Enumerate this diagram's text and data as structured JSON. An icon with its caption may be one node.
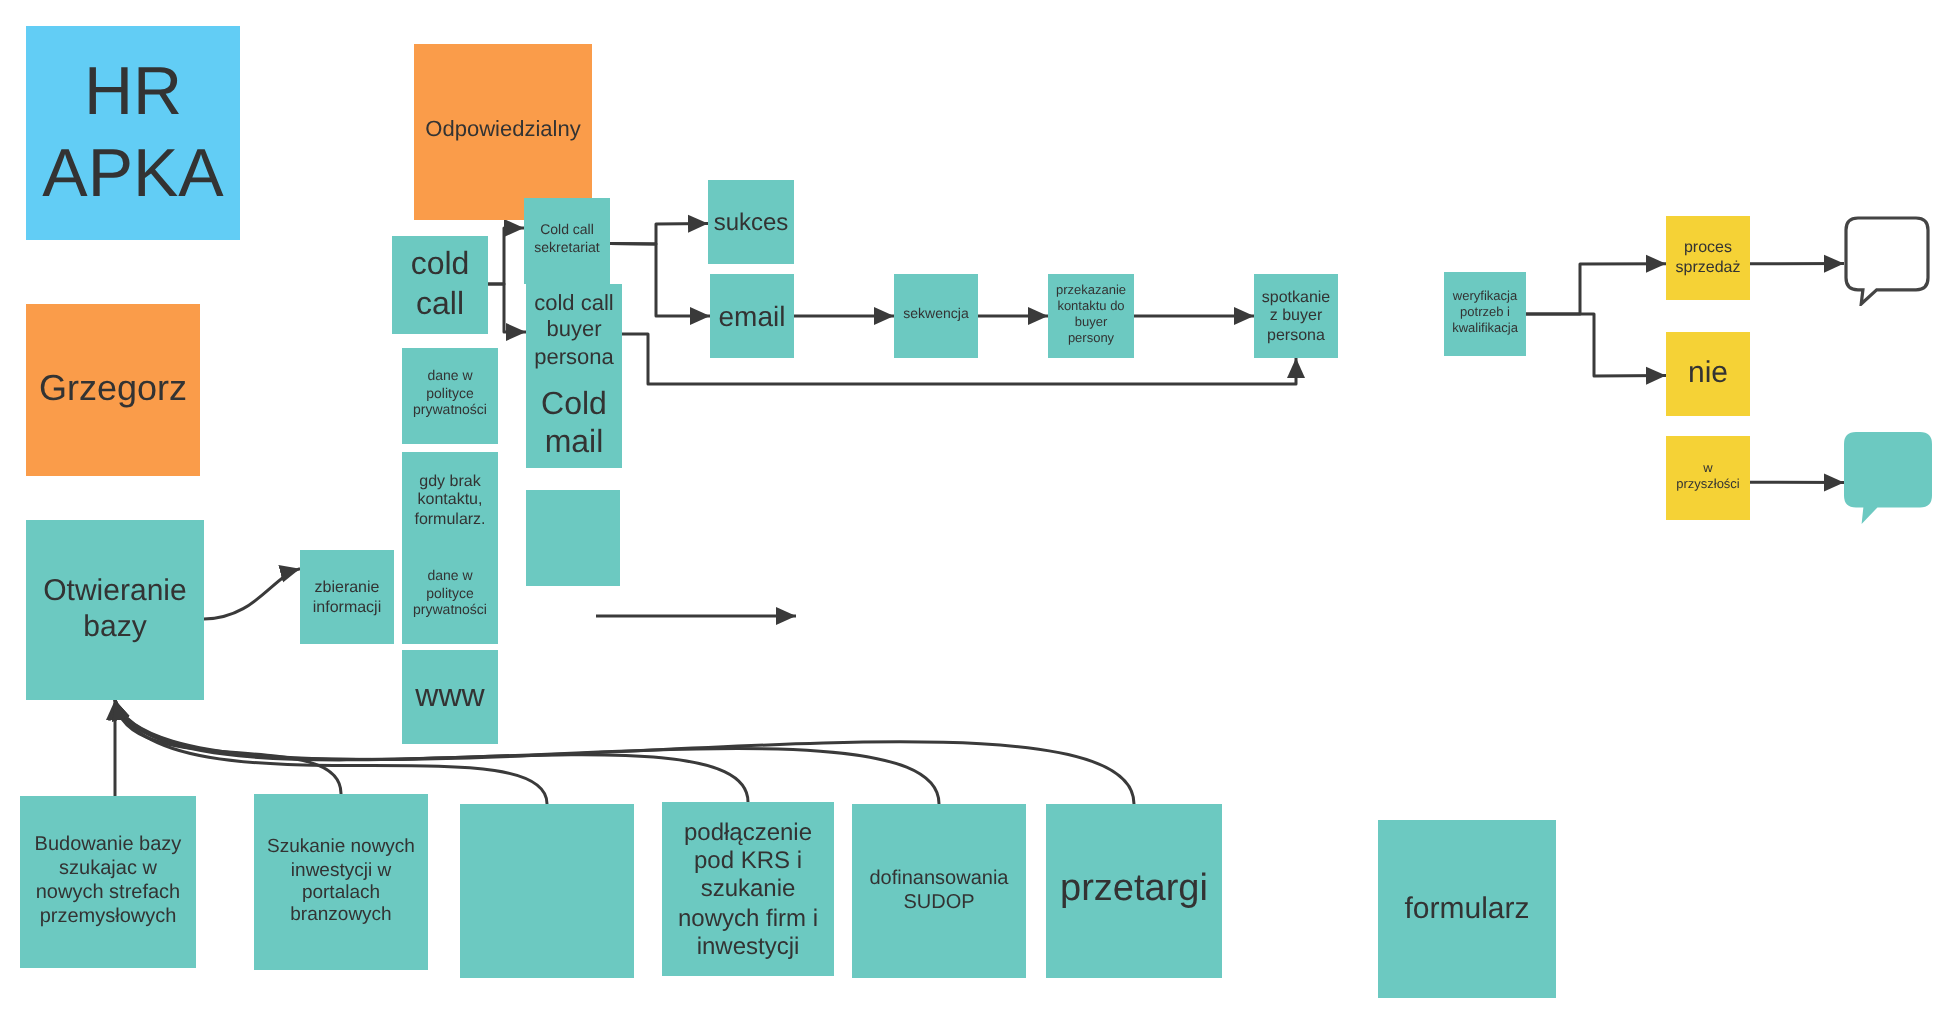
{
  "diagram": {
    "nodes": [
      {
        "text": [
          "HR APKA"
        ]
      },
      {
        "text": [
          "Odpowiedzialny"
        ]
      },
      {
        "text": [
          "Grzegorz"
        ]
      },
      {
        "text": [
          "Otwieranie bazy"
        ]
      },
      {
        "text": [
          "zbieranie informacji"
        ]
      },
      {
        "text": [
          "cold call"
        ]
      },
      {
        "text": [
          "dane w polityce prywatności"
        ]
      },
      {
        "text": [
          "gdy brak kontaktu, formularz."
        ]
      },
      {
        "text": [
          "dane w polityce prywatności"
        ]
      },
      {
        "text": [
          "www"
        ]
      },
      {
        "text": [
          "Cold call sekretariat"
        ]
      },
      {
        "text": [
          "cold call buyer persona"
        ]
      },
      {
        "text": [
          "Cold mail"
        ]
      },
      {
        "text": [],
        "shape": "box"
      },
      {
        "text": [
          "sukces"
        ]
      },
      {
        "text": [
          "email"
        ]
      },
      {
        "text": [
          "sekwencja"
        ]
      },
      {
        "text": [
          "przekazanie kontaktu do buyer persony"
        ]
      },
      {
        "text": [
          "spotkanie z buyer persona"
        ]
      },
      {
        "text": [
          "weryfikacja potrzeb i kwalifikacja"
        ]
      },
      {
        "text": [
          "proces sprzedaż"
        ]
      },
      {
        "text": [
          "nie"
        ]
      },
      {
        "text": [
          "w przyszłości"
        ]
      },
      {
        "text": [],
        "shape": "bubble"
      },
      {
        "text": [],
        "shape": "bubble"
      },
      {
        "text": [
          "Budowanie bazy szukajac w nowych strefach przemysłowych"
        ]
      },
      {
        "text": [
          "Szukanie nowych inwestycji w portalach branzowych"
        ]
      },
      {
        "text": [],
        "shape": "box"
      },
      {
        "text": [
          "podłączenie pod KRS i szukanie nowych firm i inwestycji"
        ]
      },
      {
        "text": [
          "dofinansowania SUDOP"
        ]
      },
      {
        "text": [
          "przetargi"
        ]
      },
      {
        "text": [
          "formularz"
        ]
      }
    ],
    "edges": [
      {
        "from": 3,
        "to": 4,
        "arrow": "to"
      },
      {
        "from": 5,
        "to": 10,
        "arrow": "to"
      },
      {
        "from": 5,
        "to": 11,
        "arrow": "to"
      },
      {
        "from": 10,
        "to": 14,
        "arrow": "to"
      },
      {
        "from": 10,
        "to": 15,
        "arrow": "to"
      },
      {
        "from": 11,
        "to": 18,
        "arrow": "to"
      },
      {
        "from": 15,
        "to": 16,
        "arrow": "to"
      },
      {
        "from": 16,
        "to": 17,
        "arrow": "to"
      },
      {
        "from": 17,
        "to": 18,
        "arrow": "to"
      },
      {
        "from": 19,
        "to": 20,
        "arrow": "to"
      },
      {
        "from": 19,
        "to": 21,
        "arrow": "to"
      },
      {
        "from": 20,
        "to": 23,
        "arrow": "to"
      },
      {
        "from": 22,
        "to": 24,
        "arrow": "to"
      },
      {
        "from": 25,
        "to": 3,
        "arrow": "to"
      },
      {
        "from": 26,
        "to": 3,
        "arrow": "to"
      },
      {
        "from": 27,
        "to": 3,
        "arrow": "to"
      },
      {
        "from": 28,
        "to": 3,
        "arrow": "to"
      },
      {
        "from": 29,
        "to": 3,
        "arrow": "to"
      },
      {
        "from": 30,
        "to": 3,
        "arrow": "to"
      }
    ]
  }
}
